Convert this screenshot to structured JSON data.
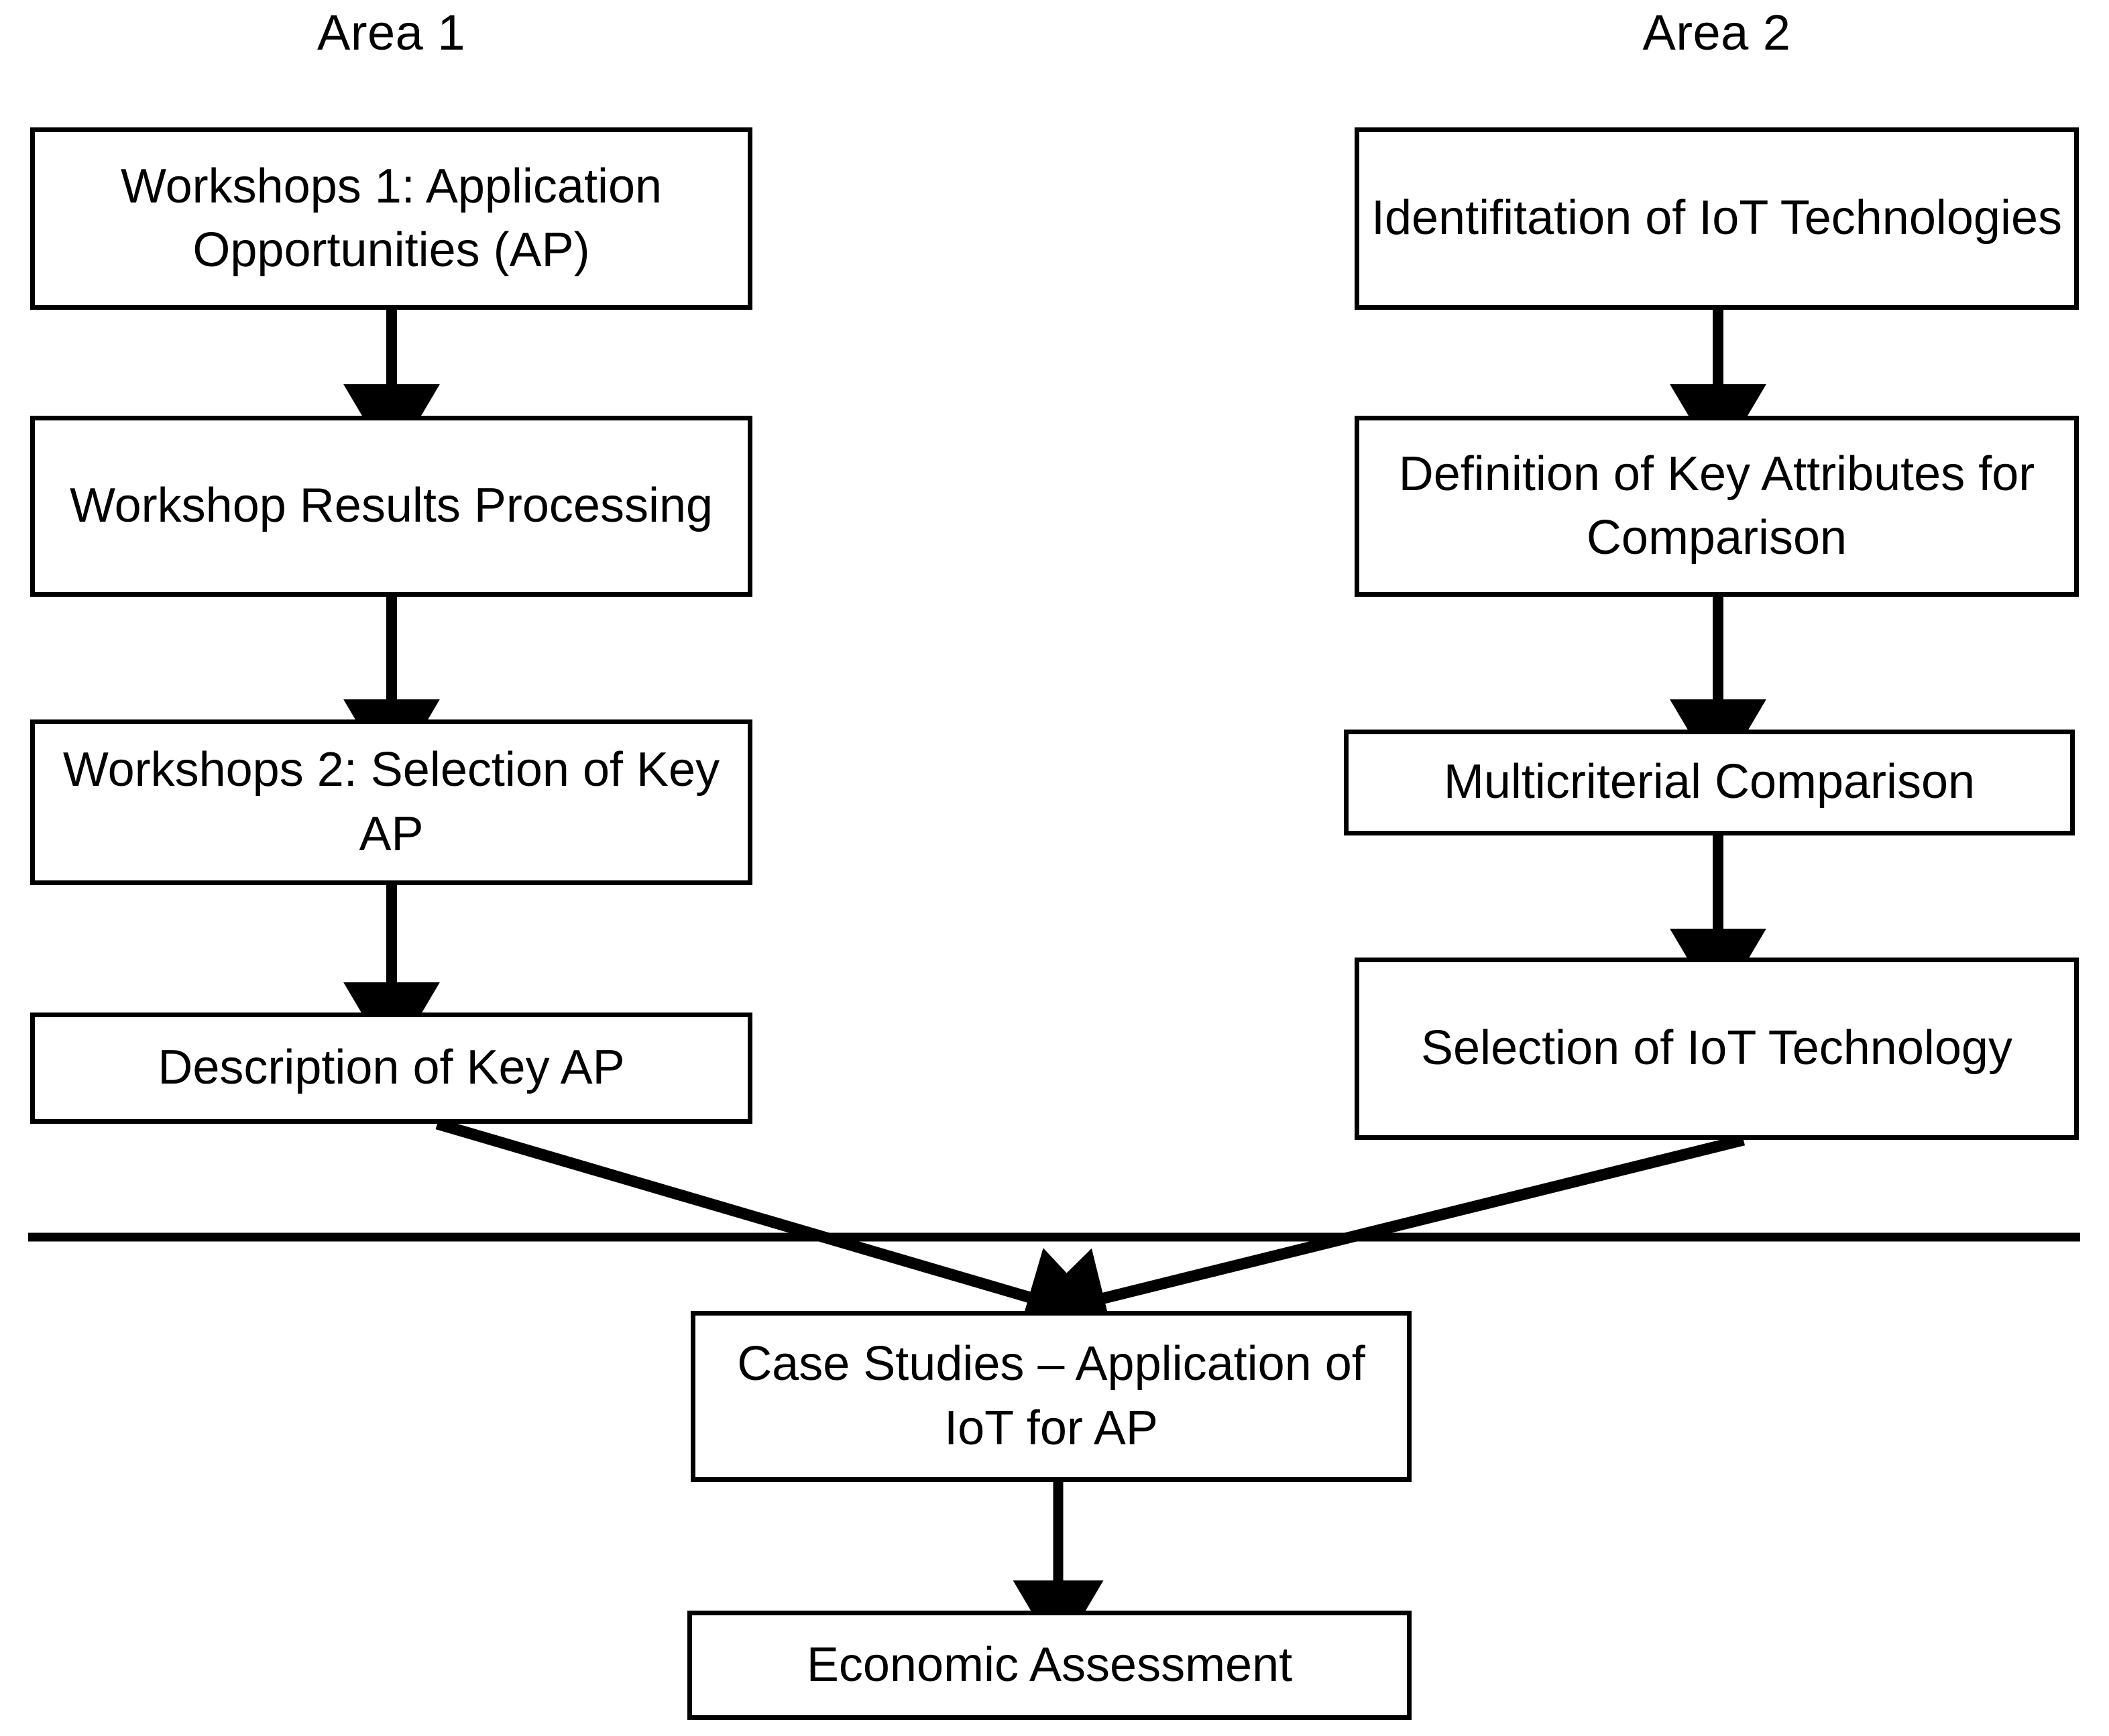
{
  "diagram": {
    "title": "Research methodology flowchart: Area 1 and Area 2 converging on case studies",
    "background_color": "#ffffff",
    "line_color": "#000000",
    "columns": [
      {
        "id": "area-1",
        "label": "Area 1",
        "nodes": [
          {
            "id": "a1-n1",
            "text": "Workshops 1: Application Opportunities (AP)"
          },
          {
            "id": "a1-n2",
            "text": "Workshop Results Processing"
          },
          {
            "id": "a1-n3",
            "text": "Workshops 2: Selection of Key AP"
          },
          {
            "id": "a1-n4",
            "text": "Description of Key AP"
          }
        ]
      },
      {
        "id": "area-2",
        "label": "Area 2",
        "nodes": [
          {
            "id": "a2-n1",
            "text": "Identifitation of IoT Technologies"
          },
          {
            "id": "a2-n2",
            "text": "Definition of Key Attributes for Comparison"
          },
          {
            "id": "a2-n3",
            "text": "Multicriterial Comparison"
          },
          {
            "id": "a2-n4",
            "text": "Selection of IoT Technology"
          }
        ]
      }
    ],
    "shared_nodes": [
      {
        "id": "s-n1",
        "text": "Case Studies – Application of IoT for AP"
      },
      {
        "id": "s-n2",
        "text": "Economic Assessment"
      }
    ]
  }
}
